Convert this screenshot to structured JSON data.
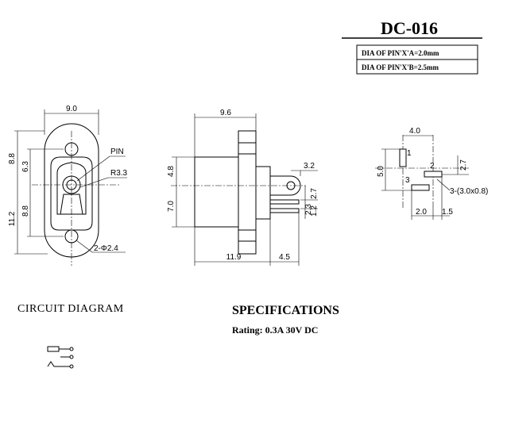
{
  "title": "DC-016",
  "pin_spec": {
    "pin_a": "DIA OF PIN'X'A=2.0mm",
    "pin_b": "DIA OF PIN'X'B=2.5mm"
  },
  "front_view": {
    "top_width": "9.0",
    "h_upper": "8.8",
    "h_mid": "6.3",
    "h_lower_outer": "11.2",
    "h_lower_inner": "8.8",
    "pin_label": "PIN",
    "radius_label": "R3.3",
    "hole_label": "2-Φ2.4"
  },
  "side_view": {
    "top_length": "9.6",
    "h_upper": "4.8",
    "h_body": "7.0",
    "pin_dim": "3.2",
    "pin_gap_a": "2.7",
    "pin_gap_b": "2.3",
    "pin_gap_c": "1.2",
    "bottom_body": "11.9",
    "bottom_pin": "4.5"
  },
  "pcb_layout": {
    "top_width": "4.0",
    "left_height": "5.0",
    "right_height": "2.7",
    "pin1": "1",
    "pin2": "2",
    "pin3": "3",
    "bottom_a": "2.0",
    "bottom_b": "1.5",
    "slot_label": "3-(3.0x0.8)"
  },
  "sections": {
    "circuit": "CIRCUIT DIAGRAM",
    "specs": "SPECIFICATIONS",
    "rating": "Rating: 0.3A 30V DC"
  }
}
